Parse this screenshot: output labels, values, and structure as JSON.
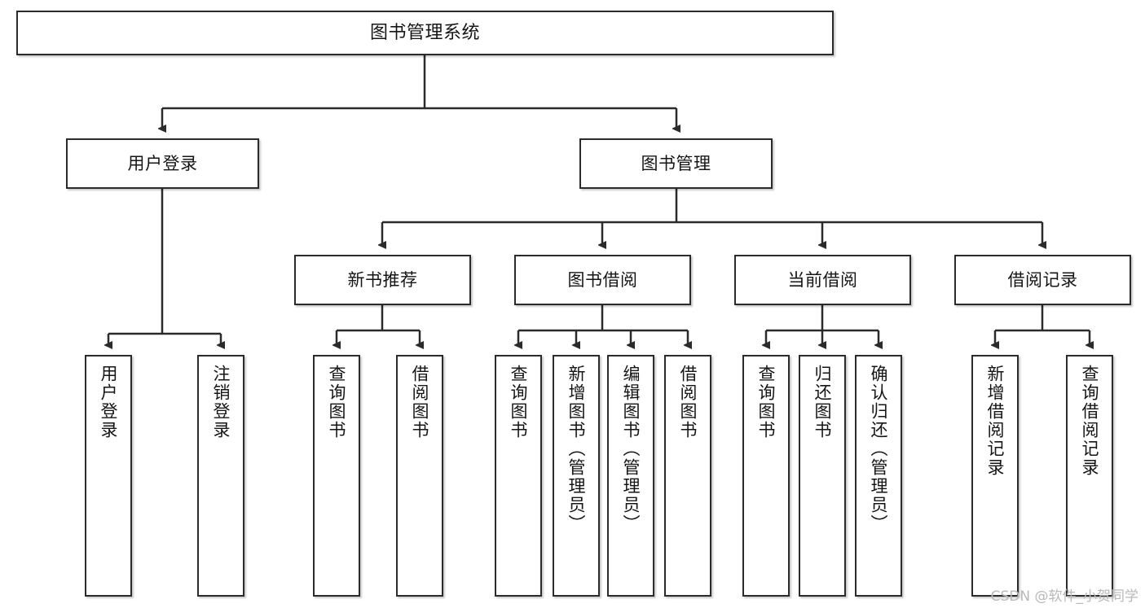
{
  "diagram": {
    "title": "图书管理系统",
    "type": "hierarchy-tree",
    "watermark": "CSDN @软件_小贺同学",
    "colors": {
      "box_border": "#2b2b2b",
      "box_fill": "#ffffff",
      "edge": "#2b2b2b",
      "text": "#151515",
      "watermark": "#b9b9b9"
    },
    "nodes": {
      "root": {
        "label": "图书管理系统"
      },
      "level2": [
        {
          "id": "user-login",
          "label": "用户登录"
        },
        {
          "id": "book-management",
          "label": "图书管理"
        }
      ],
      "level3": [
        {
          "id": "new-book-recommend",
          "label": "新书推荐"
        },
        {
          "id": "book-borrow",
          "label": "图书借阅"
        },
        {
          "id": "current-borrow",
          "label": "当前借阅"
        },
        {
          "id": "borrow-record",
          "label": "借阅记录"
        }
      ],
      "leaves": {
        "user_login": [
          {
            "id": "leaf-user-login",
            "label": "用户登录"
          },
          {
            "id": "leaf-logout-login",
            "label": "注销登录"
          }
        ],
        "new_book_recommend": [
          {
            "id": "leaf-query-book-1",
            "label": "查询图书"
          },
          {
            "id": "leaf-borrow-book-1",
            "label": "借阅图书"
          }
        ],
        "book_borrow": [
          {
            "id": "leaf-query-book-2",
            "label": "查询图书"
          },
          {
            "id": "leaf-add-book",
            "label": "新增图书（管理员）"
          },
          {
            "id": "leaf-edit-book",
            "label": "编辑图书（管理员）"
          },
          {
            "id": "leaf-borrow-book-2",
            "label": "借阅图书"
          }
        ],
        "current_borrow": [
          {
            "id": "leaf-query-book-3",
            "label": "查询图书"
          },
          {
            "id": "leaf-return-book",
            "label": "归还图书"
          },
          {
            "id": "leaf-confirm-return",
            "label": "确认归还（管理员）"
          }
        ],
        "borrow_record": [
          {
            "id": "leaf-add-record",
            "label": "新增借阅记录"
          },
          {
            "id": "leaf-query-record",
            "label": "查询借阅记录"
          }
        ]
      }
    }
  }
}
